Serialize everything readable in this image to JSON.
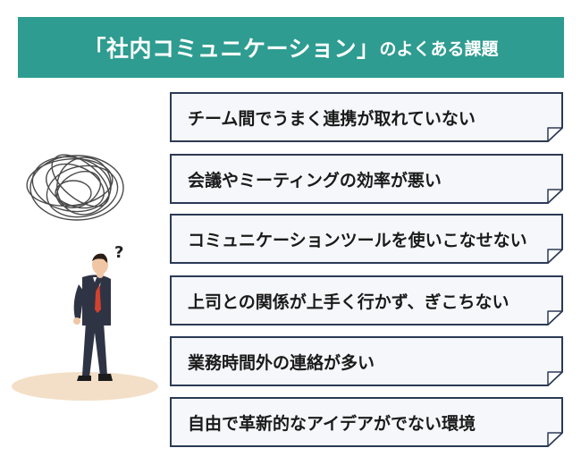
{
  "header": {
    "title": "「社内コミュニケーション」",
    "title_suffix": "のよくある課題"
  },
  "colors": {
    "banner": "#2e9c90",
    "card_border": "#2b3a55",
    "card_fill": "#f6f7fb"
  },
  "illustration": {
    "icon": "confused-businessman-icon",
    "question_mark": "?"
  },
  "issues": [
    "チーム間でうまく連携が取れていない",
    "会議やミーティングの効率が悪い",
    "コミュニケーションツールを使いこなせない",
    "上司との関係が上手く行かず、ぎこちない",
    "業務時間外の連絡が多い",
    "自由で革新的なアイデアがでない環境"
  ]
}
